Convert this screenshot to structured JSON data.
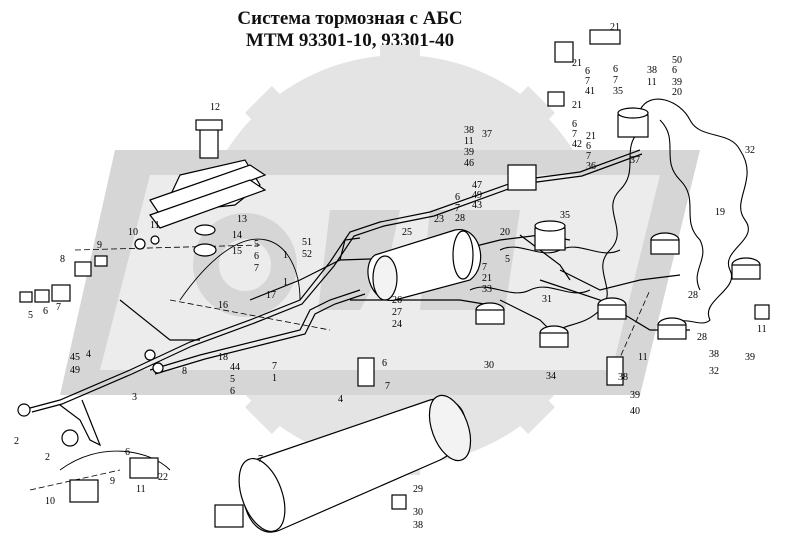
{
  "title": {
    "line1": "Система тормозная с АБС",
    "line2": "МТМ 93301-10, 93301-40"
  },
  "colors": {
    "ink": "#000000",
    "watermark": "#e4e4e4"
  },
  "callouts": [
    "12",
    "11",
    "10",
    "9",
    "8",
    "5",
    "6",
    "7",
    "13",
    "14",
    "15",
    "5",
    "6",
    "7",
    "1",
    "16",
    "17",
    "18",
    "51",
    "52",
    "1",
    "4",
    "45",
    "49",
    "3",
    "8",
    "44",
    "5",
    "6",
    "7",
    "1",
    "2",
    "2",
    "10",
    "6",
    "9",
    "11",
    "22",
    "25",
    "26",
    "27",
    "24",
    "23",
    "37",
    "38",
    "11",
    "39",
    "46",
    "47",
    "49",
    "43",
    "6",
    "7",
    "28",
    "21",
    "6",
    "7",
    "41",
    "21",
    "6",
    "7",
    "42",
    "21",
    "6",
    "7",
    "36",
    "21",
    "6",
    "7",
    "35",
    "38",
    "6",
    "11",
    "39",
    "20",
    "37",
    "50",
    "32",
    "19",
    "20",
    "35",
    "5",
    "7",
    "21",
    "33",
    "31",
    "30",
    "34",
    "11",
    "38",
    "39",
    "40",
    "28",
    "11",
    "38",
    "39",
    "32",
    "28",
    "6",
    "7",
    "4",
    "29",
    "30",
    "38",
    "7"
  ]
}
